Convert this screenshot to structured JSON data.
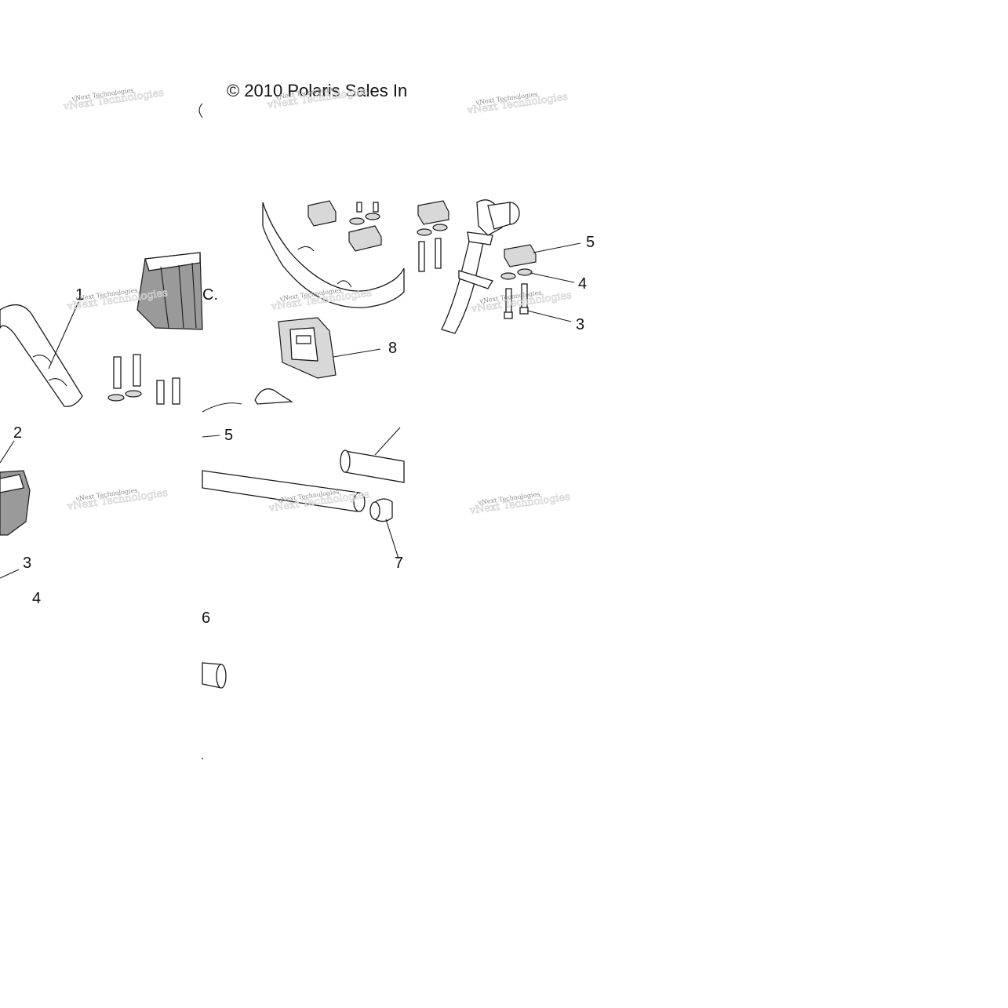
{
  "copyright": "© 2010 Polaris Sales In",
  "watermark": "vNext Technologies",
  "callouts": {
    "c1": "1",
    "c2": "2",
    "c3_left": "3",
    "c4_left": "4",
    "c5_mid": "5",
    "c6": "6",
    "c7": "7",
    "c8": "8",
    "c5_right": "5",
    "c4_right": "4",
    "c3_right": "3",
    "cut_letter": "C."
  },
  "colors": {
    "line": "#1a1a1a",
    "watermark": "#8a8a8a",
    "background": "#ffffff"
  }
}
